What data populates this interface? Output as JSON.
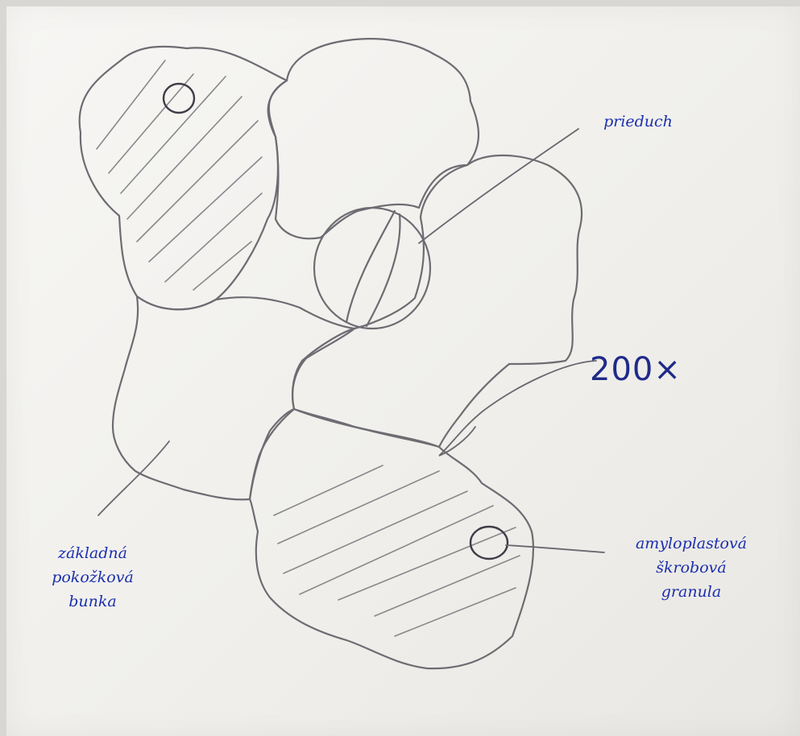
{
  "labels": {
    "pore": "prieduch",
    "magnification": "200×",
    "epidermal_cell": "základná\npokožková\nbunka",
    "granule": "amyloplastová\nškrobová\ngranula"
  }
}
